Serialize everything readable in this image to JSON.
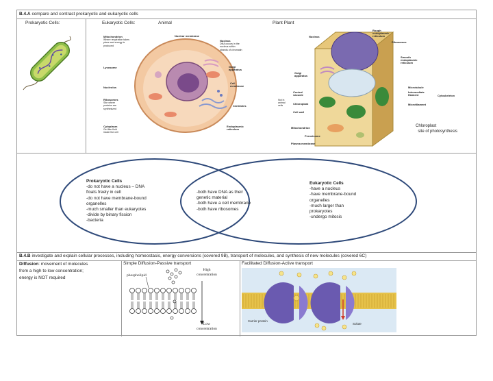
{
  "header1": {
    "code": "B.4.A",
    "text": "compare and contrast prokaryotic and eukaryotic cells"
  },
  "row1": {
    "prokaryotic_label": "Prokaryotic Cells:",
    "eukaryotic_label": "Eukaryotic Cells:",
    "animal_label": "Animal",
    "plant_label": "Plant Plant",
    "chloroplast_note_1": "Chloroplast",
    "chloroplast_note_2": "site of photosynthesis"
  },
  "animal_labels": {
    "mito": "Mitochondrion",
    "mito_d1": "Where respiration takes",
    "mito_d2": "place and energy is",
    "mito_d3": "produced",
    "nm": "Nuclear membrane",
    "nucleus_r": "Nucleus",
    "nucleus_r_d1": "DNA occurs in the",
    "nucleus_r_d2": "nucleus within",
    "nucleus_r_d3": "strands of chromatin",
    "lyso": "Lysosome",
    "golgi": "Golgi",
    "golgi2": "apparatus",
    "nucleolus": "Nucleolus",
    "cm": "Cell",
    "cm2": "membrane",
    "ribo": "Ribosomes",
    "ribo_d1": "Site where",
    "ribo_d2": "proteins are",
    "ribo_d3": "synthesized",
    "centrioles": "Centrioles",
    "cyto": "Cytoplasm",
    "cyto_d1": "Gel-like fluid",
    "cyto_d2": "inside the cell",
    "er": "Endoplasmic",
    "er2": "reticulum"
  },
  "plant_labels": {
    "nucleus": "Nucleus",
    "rough_er_1": "Rough",
    "rough_er_2": "endoplasmic",
    "rough_er_3": "reticulum",
    "ribosomes": "Ribosomes",
    "smooth_er_1": "Smooth",
    "smooth_er_2": "endoplasmic",
    "smooth_er_3": "reticulum",
    "golgi_1": "Golgi",
    "golgi_2": "apparatus",
    "microtubule": "Microtubule",
    "if_1": "Intermediate",
    "if_2": "filament",
    "microfilament": "Microfilament",
    "cytoskeleton": "Cytoskeleton",
    "central_1": "Central",
    "central_2": "vacuole",
    "chloroplast": "Chloroplast",
    "notin_1": "Not in",
    "notin_2": "animal",
    "notin_3": "cells",
    "cellwall": "Cell wall",
    "mito": "Mitochondrion",
    "perox": "Peroxisome",
    "pm": "Plasma membrane"
  },
  "venn": {
    "left_title": "Prokaryotic Cells",
    "left_items": [
      "-do not have a nucleus – DNA",
      "floats freely in cell",
      "-do not have membrane-bound",
      "organelles",
      "-much smaller than eukaryotes",
      "-divide by binary fission",
      "-bacteria"
    ],
    "both_items": [
      "-both have DNA as their",
      "genetic material",
      "-both have a cell membrane",
      "-both have ribosomes"
    ],
    "right_title": "Eukaryotic Cells",
    "right_items": [
      "-have a nucleus",
      "-have membrane-bound",
      "organelles",
      "-much larger than",
      "prokaryotes",
      "-undergo mitosis"
    ]
  },
  "header2": {
    "code": "B.4.B",
    "text": "investigate and explain cellular processes, including homeostasis, energy conversions (covered 9B), transport of molecules, and synthesis of new molecules (covered 6C)"
  },
  "row3": {
    "diffusion_term": "Diffusion",
    "diffusion_def_lines": [
      ": movement of molecules",
      "from a high to low concentration;",
      "energy is NOT required"
    ],
    "simple_title": "Simple Diffusion-Passive transport",
    "phospholipid": "phospholipid",
    "high_1": "High",
    "high_2": "concentration",
    "low_1": "Low",
    "low_2": "concentration",
    "facilitated_title": "Facilitated Diffusion-Active transport",
    "carrier": "Carrier protein",
    "solute": "Solute"
  },
  "colors": {
    "venn_stroke": "#2f4a7a",
    "membrane_bg": "#dbe9f4",
    "lipid_tail": "#e6c24a"
  }
}
